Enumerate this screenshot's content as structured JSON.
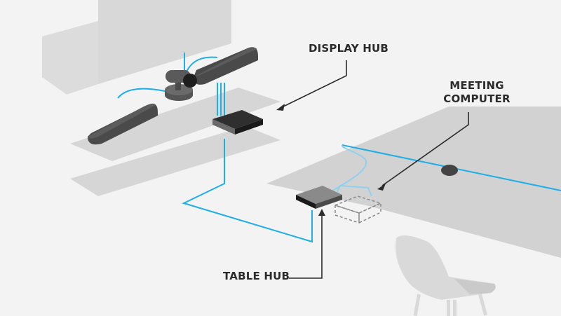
{
  "diagram": {
    "title": "Meeting room hub wiring",
    "labels": {
      "display_hub": "DISPLAY HUB",
      "meeting_computer_line1": "MEETING",
      "meeting_computer_line2": "COMPUTER",
      "table_hub": "TABLE HUB"
    },
    "colors": {
      "background": "#f3f3f3",
      "floor_surface": "#d4d4d4",
      "device_dark": "#4a4a4a",
      "cable": "#1eaee8",
      "arrow": "#2b2b2b"
    },
    "components": [
      {
        "name": "Display",
        "kind": "screen"
      },
      {
        "name": "Speaker (left)",
        "kind": "speaker"
      },
      {
        "name": "Speaker (right)",
        "kind": "speaker"
      },
      {
        "name": "Camera",
        "kind": "camera"
      },
      {
        "name": "Display Hub",
        "kind": "hub"
      },
      {
        "name": "Table Hub",
        "kind": "hub"
      },
      {
        "name": "Meeting Computer",
        "kind": "computer-outline"
      },
      {
        "name": "Table Mic Pod",
        "kind": "mic"
      },
      {
        "name": "Chair",
        "kind": "furniture"
      }
    ]
  }
}
